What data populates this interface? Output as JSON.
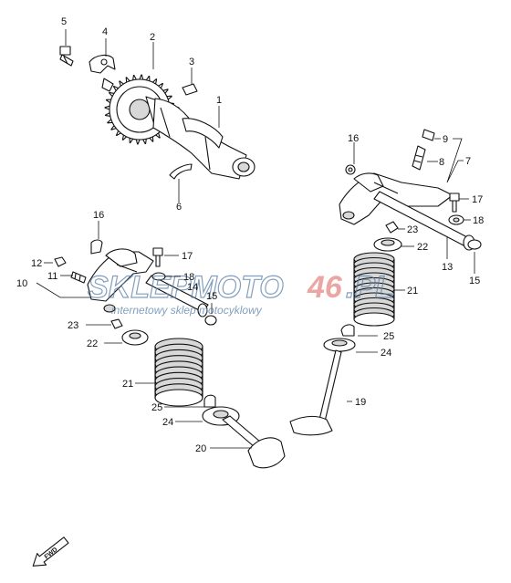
{
  "watermark": {
    "brand_part1": "SKLEPMOTO",
    "brand_part2": "46",
    "brand_part3": ".PL",
    "tagline": "internetowy sklep motocyklowy"
  },
  "fwd_label": "FWD",
  "callouts": [
    "1",
    "2",
    "3",
    "4",
    "5",
    "6",
    "7",
    "8",
    "9",
    "10",
    "11",
    "12",
    "13",
    "14",
    "15",
    "16",
    "17",
    "18",
    "19",
    "20",
    "21",
    "22",
    "23",
    "24",
    "25"
  ],
  "colors": {
    "line": "#111111",
    "watermark_blue": "#5a7fa8",
    "watermark_red": "#d9534f"
  }
}
